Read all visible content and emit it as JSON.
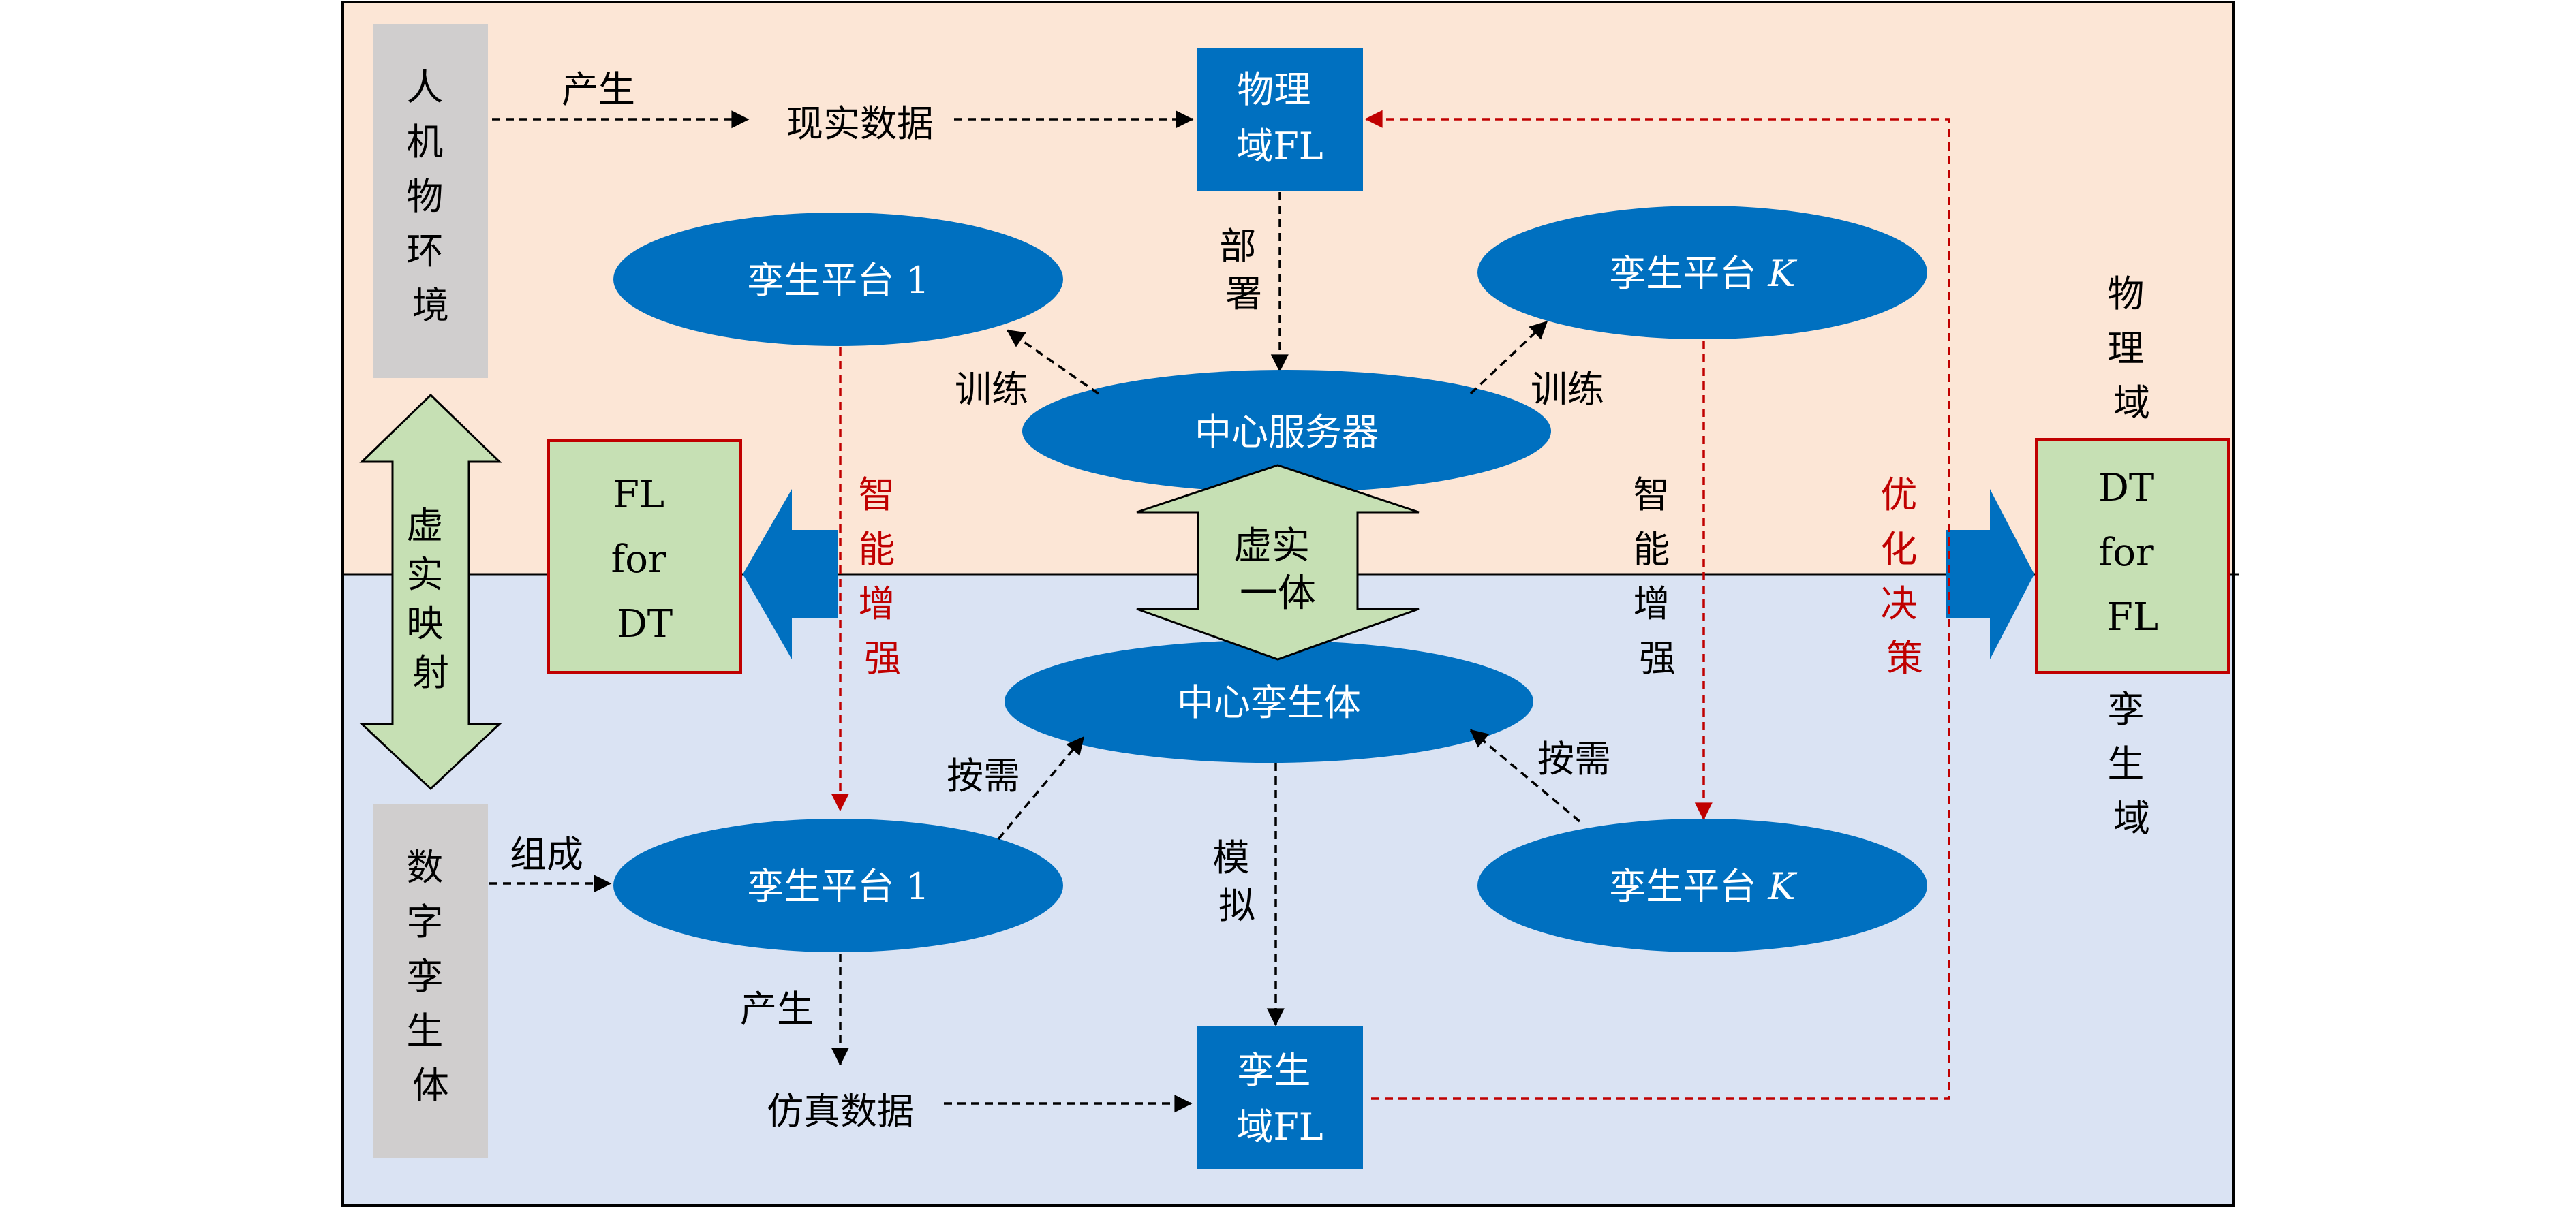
{
  "domains": {
    "physical_side_label": [
      "物",
      "理",
      "域"
    ],
    "twin_side_label": [
      "孪",
      "生",
      "域"
    ]
  },
  "left_boxes": {
    "human_env": [
      "人",
      "机",
      "物",
      "环",
      "境"
    ],
    "virtual_mapping": [
      "虚",
      "实",
      "映",
      "射"
    ],
    "digital_twin": [
      "数",
      "字",
      "孪",
      "生",
      "体"
    ]
  },
  "physical": {
    "produce_label": "产生",
    "real_data": "现实数据",
    "physical_fl": [
      "物理",
      "域FL"
    ],
    "deploy_label": [
      "部",
      "署"
    ],
    "twin_platform_1": "孪生平台 1",
    "twin_platform_k_prefix": "孪生平台 ",
    "twin_platform_k_suffix": "K",
    "train_left": "训练",
    "train_right": "训练",
    "central_server": "中心服务器"
  },
  "center": {
    "virtual_real_one": [
      "虚实",
      "一体"
    ],
    "fl_for_dt": [
      "FL",
      "for",
      "DT"
    ],
    "dt_for_fl": [
      "DT",
      "for",
      "FL"
    ],
    "intelligence_left": [
      "智",
      "能",
      "增",
      "强"
    ],
    "intelligence_right": [
      "智",
      "能",
      "增",
      "强"
    ],
    "optimize_decision": [
      "优",
      "化",
      "决",
      "策"
    ]
  },
  "twin": {
    "central_twin": "中心孪生体",
    "on_demand_left": "按需",
    "on_demand_right": "按需",
    "compose_label": "组成",
    "twin_platform_1": "孪生平台 1",
    "twin_platform_k_prefix": "孪生平台 ",
    "twin_platform_k_suffix": "K",
    "simulate_label": [
      "模",
      "拟"
    ],
    "produce_label": "产生",
    "sim_data": "仿真数据",
    "twin_fl": [
      "孪生",
      "域FL"
    ]
  },
  "colors": {
    "physical_bg": "#fce6d6",
    "twin_bg": "#dae3f3",
    "blue_fill": "#0070c0",
    "green_fill": "#c6e0b4",
    "gray_fill": "#d0cece",
    "red": "#c00000"
  }
}
